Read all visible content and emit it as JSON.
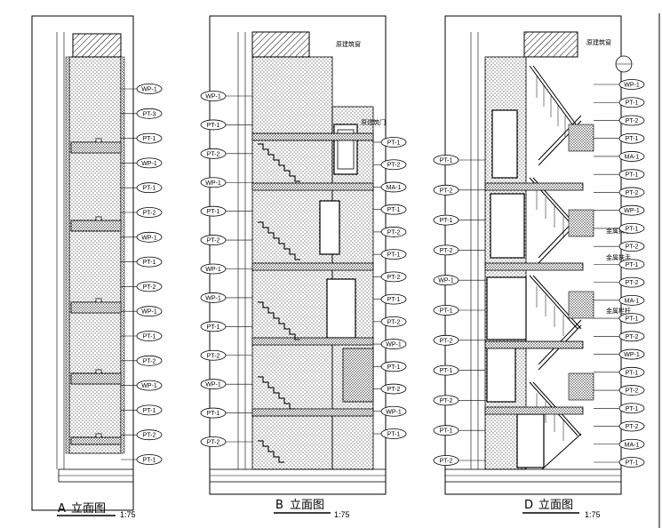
{
  "elevations": [
    {
      "letter": "A",
      "title": "立面图",
      "scale": "1:75",
      "tags": [
        "WP-1",
        "PT-3",
        "PT-1",
        "WP-1",
        "PT-1",
        "PT-2",
        "WP-1",
        "PT-1",
        "PT-2",
        "WP-1",
        "PT-1",
        "PT-2",
        "WP-1",
        "PT-1",
        "PT-2",
        "PT-1"
      ]
    },
    {
      "letter": "B",
      "title": "立面图",
      "scale": "1:75",
      "note_top": "原建筑窗",
      "note_mid": "原建筑门",
      "tags_left": [
        "WP-1",
        "PT-1",
        "PT-2",
        "WP-1",
        "PT-1",
        "PT-2",
        "WP-1",
        "WP-1",
        "PT-1",
        "PT-2",
        "WP-1",
        "PT-1",
        "PT-2"
      ],
      "tags_right": [
        "PT-1",
        "PT-2",
        "MA-1",
        "PT-1",
        "PT-2",
        "PT-1",
        "PT-2",
        "PT-1",
        "PT-2",
        "WP-1",
        "PT-1",
        "PT-2",
        "WP-1",
        "PT-1"
      ]
    },
    {
      "letter": "D",
      "title": "立面图",
      "scale": "1:75",
      "note_top": "原建筑窗",
      "notes_side": [
        "金属扶手",
        "金属扶手",
        "金属栏杆"
      ],
      "tags_left": [
        "PT-1",
        "PT-2",
        "PT-1",
        "PT-2",
        "WP-1",
        "PT-1",
        "PT-2",
        "PT-1",
        "PT-2",
        "PT-1",
        "PT-2"
      ],
      "tags_right": [
        "WP-1",
        "PT-1",
        "PT-2",
        "PT-1",
        "MA-1",
        "PT-1",
        "PT-2",
        "WP-1",
        "PT-1",
        "PT-2",
        "PT-1",
        "PT-2",
        "MA-1",
        "PT-1",
        "PT-2",
        "WP-1",
        "PT-1",
        "PT-2",
        "PT-1",
        "PT-2",
        "MA-1",
        "PT-1"
      ]
    }
  ]
}
